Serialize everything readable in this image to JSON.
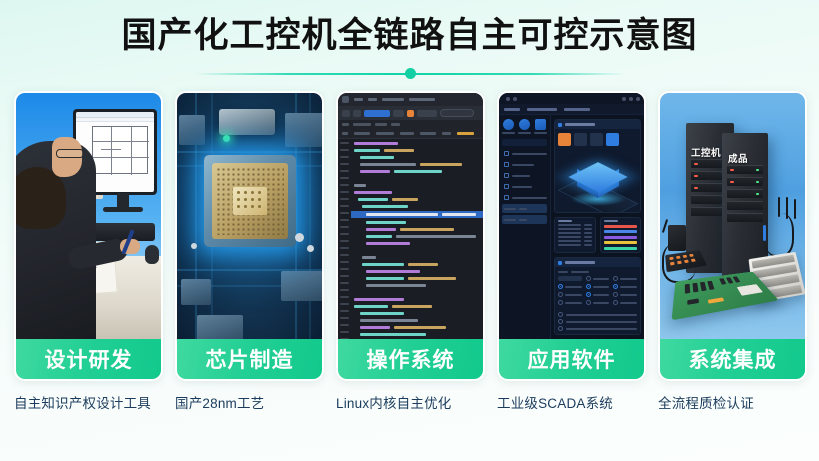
{
  "page": {
    "title": "国产化工控机全链路自主可控示意图"
  },
  "cards": [
    {
      "label": "设计研发",
      "caption": "自主知识产权设计工具",
      "image": "engineer-cad-workstation-photo"
    },
    {
      "label": "芯片制造",
      "caption": "国产28nm工艺",
      "image": "cpu-chip-circuit-board-photo"
    },
    {
      "label": "操作系统",
      "caption": "Linux内核自主优化",
      "image": "code-editor-dark-screenshot"
    },
    {
      "label": "应用软件",
      "caption": "工业级SCADA系统",
      "image": "scada-dashboard-screenshot"
    },
    {
      "label": "系统集成",
      "caption": "全流程质检认证",
      "image": "server-cabinets-3d-illustration"
    }
  ],
  "card5_labels": {
    "cabinet_left": "工控机",
    "cabinet_right": "成品"
  },
  "colors": {
    "label_bar_from": "#3fd9a0",
    "label_bar_to": "#12c98c",
    "divider": "#13cfa4",
    "title_text": "#111111",
    "caption_text": "#1b3c5c",
    "background_from": "#ddf7f0",
    "background_to": "#fbfefd"
  }
}
